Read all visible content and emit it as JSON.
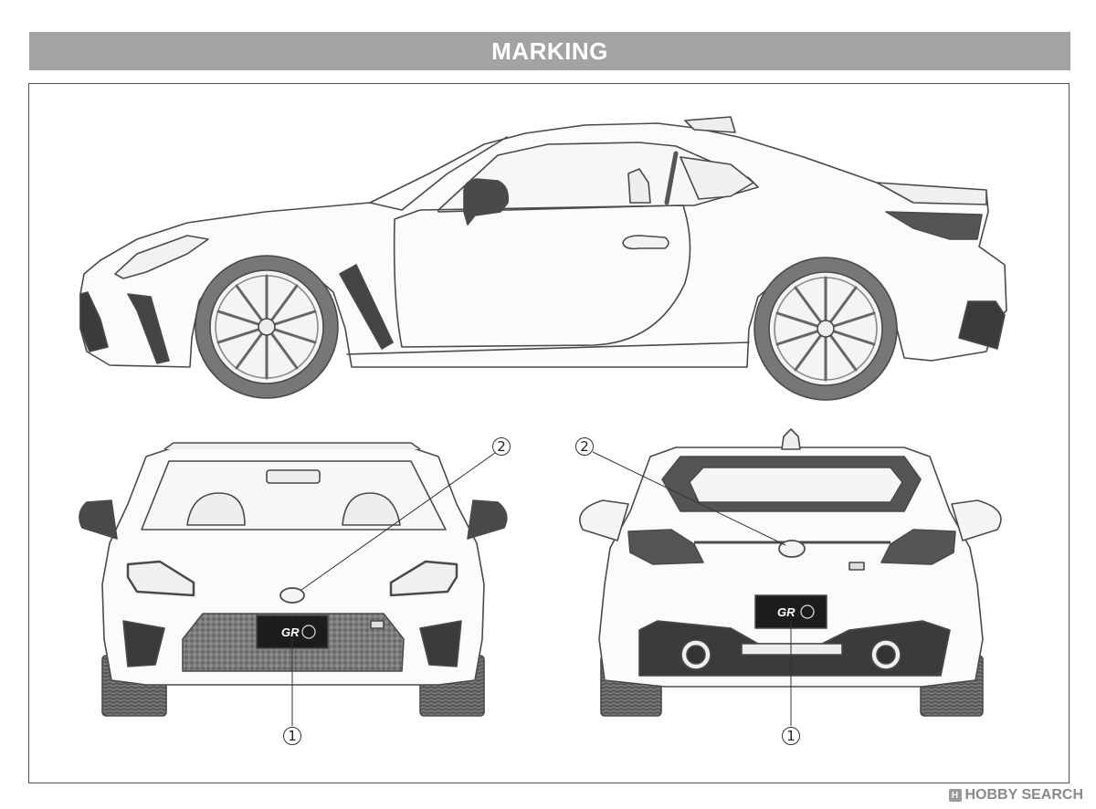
{
  "header": {
    "title": "MARKING"
  },
  "callouts": {
    "front_plate": "1",
    "front_emblem": "2",
    "rear_emblem": "2",
    "rear_plate": "1"
  },
  "plate_text": "GR",
  "watermark": {
    "logo": "H",
    "text": "HOBBY SEARCH"
  },
  "colors": {
    "header_bg": "#a3a3a3",
    "line": "#4a4a4a",
    "dark": "#3b3b3b",
    "plate": "#1c1c1c"
  }
}
